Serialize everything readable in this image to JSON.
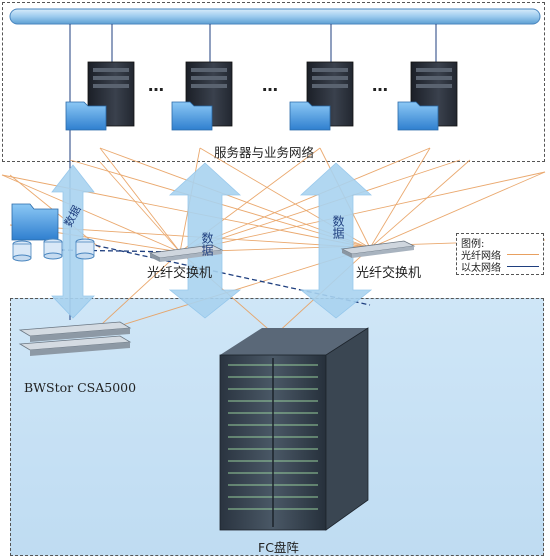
{
  "server_zone": {
    "label": "服务器与业务网络"
  },
  "ellipsis": [
    "…",
    "…",
    "…"
  ],
  "switches": [
    {
      "label": "光纤交换机"
    },
    {
      "label": "光纤交换机"
    }
  ],
  "data_arrows": [
    "数据",
    "数据",
    "数据"
  ],
  "bwstor": {
    "label": "BWStor CSA5000"
  },
  "fc_array": {
    "label": "FC盘阵"
  },
  "legend": {
    "title": "图例:",
    "items": [
      {
        "label": "光纤网络",
        "color": "#e8a060"
      },
      {
        "label": "以太网络",
        "color": "#1f3f7f"
      }
    ]
  },
  "colors": {
    "fiber": "#e8a060",
    "ethernet": "#1f3f7f",
    "arrow": "#a9d3f0",
    "storage_bg": "#c6e0f4"
  }
}
